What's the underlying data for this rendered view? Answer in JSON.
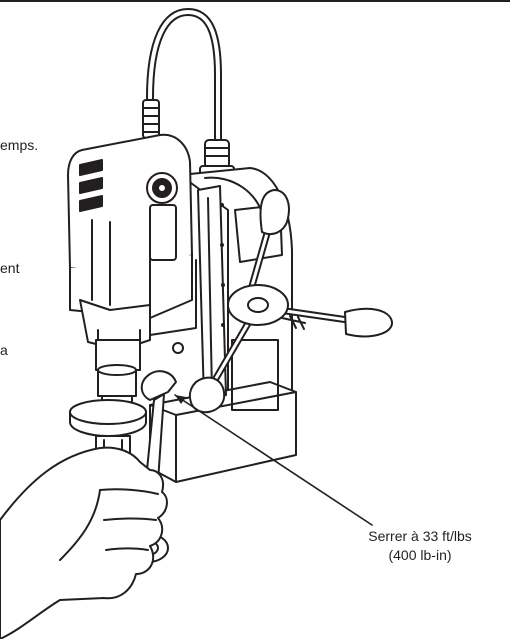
{
  "left_text_fragments": [
    "emps.",
    "ent",
    "a"
  ],
  "callout": {
    "line1": "Serrer à 33 ft/lbs",
    "line2": "(400 lb-in)"
  },
  "colors": {
    "ink": "#231f20",
    "paper": "#ffffff"
  }
}
